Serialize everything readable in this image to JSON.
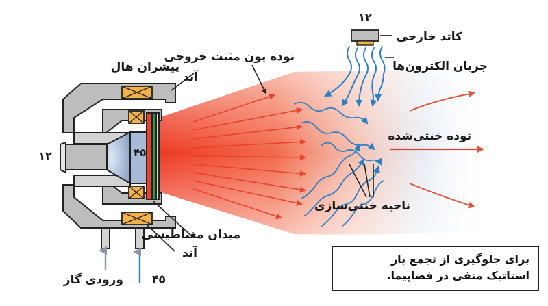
{
  "labels": {
    "thruster": "پیشران هال",
    "anode_top": "آند",
    "anode_bottom": "آند",
    "ion_plume": "توده یون مثبت خروجی",
    "external_cathode": "کاتد خارجی",
    "cathode_number": "۱۲",
    "electron_flow": "جریان الکترون‌ها",
    "neutralized_plume": "توده خنثی‌شده",
    "neutralization_zone": "ناحیه خنثی‌سازی",
    "magnetic_field": "میدان مغناطیسی",
    "gas_inlet": "ورودی گاز",
    "left_number": "۱۲",
    "center_number": "۴۵",
    "bottom_number": "۴۵"
  },
  "note": {
    "line1": "برای جلوگیری از تجمع بار",
    "line2": "استاتیک منفی در فضاپیما."
  },
  "colors": {
    "ion_red": "#e8412c",
    "electron_blue": "#2b7fc4",
    "neutral_grey_blue": "#9fb8d6",
    "body_grey": "#bdbdbd",
    "coil_orange": "#f2b24a",
    "magnet_green": "#2e9a4a",
    "inlet_grey": "#8a93a8",
    "inlet_blue": "#2f7fbf"
  }
}
